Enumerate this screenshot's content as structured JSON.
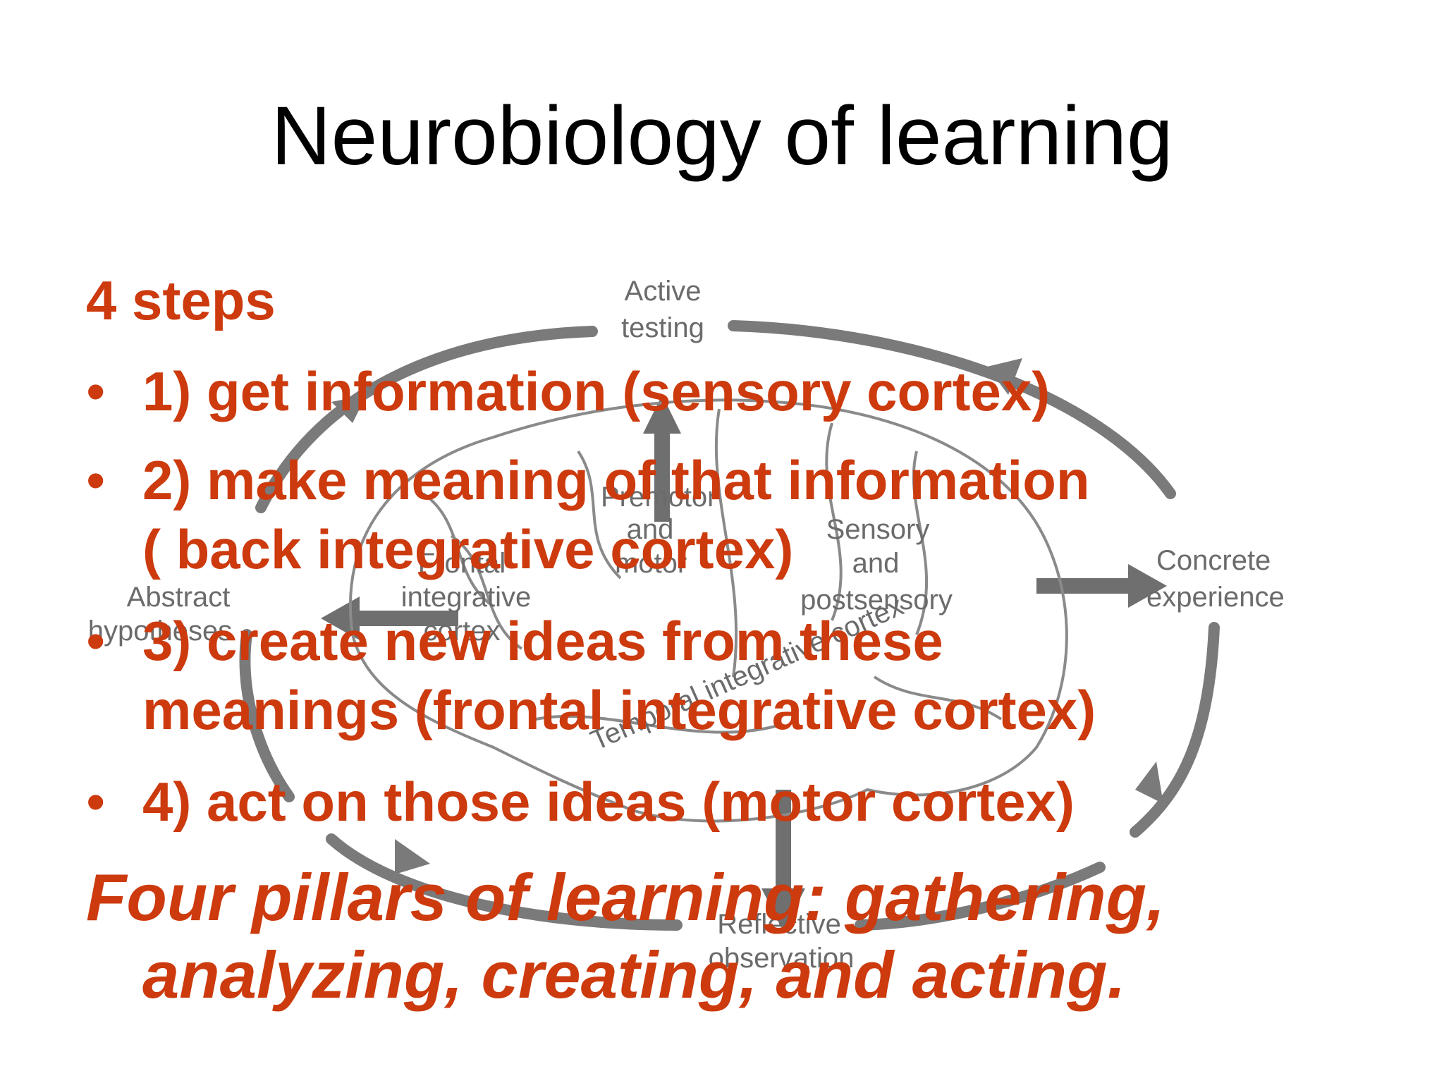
{
  "slide": {
    "title": "Neurobiology of learning",
    "steps_heading": "4 steps",
    "bullets": [
      {
        "marker": "•",
        "lines": [
          "1) get information (sensory cortex)"
        ]
      },
      {
        "marker": "•",
        "lines": [
          "2) make meaning of that information",
          "( back integrative cortex)"
        ]
      },
      {
        "marker": "•",
        "lines": [
          "3) create new ideas from these",
          "meanings (frontal integrative cortex)"
        ]
      },
      {
        "marker": "•",
        "lines": [
          "4) act on those ideas (motor cortex)"
        ]
      }
    ],
    "pillars_line1": "Four pillars of learning: gathering,",
    "pillars_line2": "analyzing, creating, and acting."
  },
  "diagram": {
    "labels": {
      "active_testing_1": "Active",
      "active_testing_2": "testing",
      "concrete_1": "Concrete",
      "concrete_2": "experience",
      "abstract_1": "Abstract",
      "abstract_2": "hypotheses",
      "reflective_1": "Reflective",
      "reflective_2": "observation",
      "premotor_1": "Premotor",
      "premotor_2": "and",
      "premotor_3": "motor",
      "sensory_1": "Sensory",
      "sensory_2": "and",
      "sensory_3": "postsensory",
      "frontal_1": "Frontal",
      "frontal_2": "integrative",
      "frontal_3": "cortex",
      "temporal": "Temporal integrative cortex"
    },
    "colors": {
      "cycle_arrow": "#7a7a7a",
      "label": "#6b6b6b",
      "overlay_text": "#cc3a0e"
    }
  }
}
